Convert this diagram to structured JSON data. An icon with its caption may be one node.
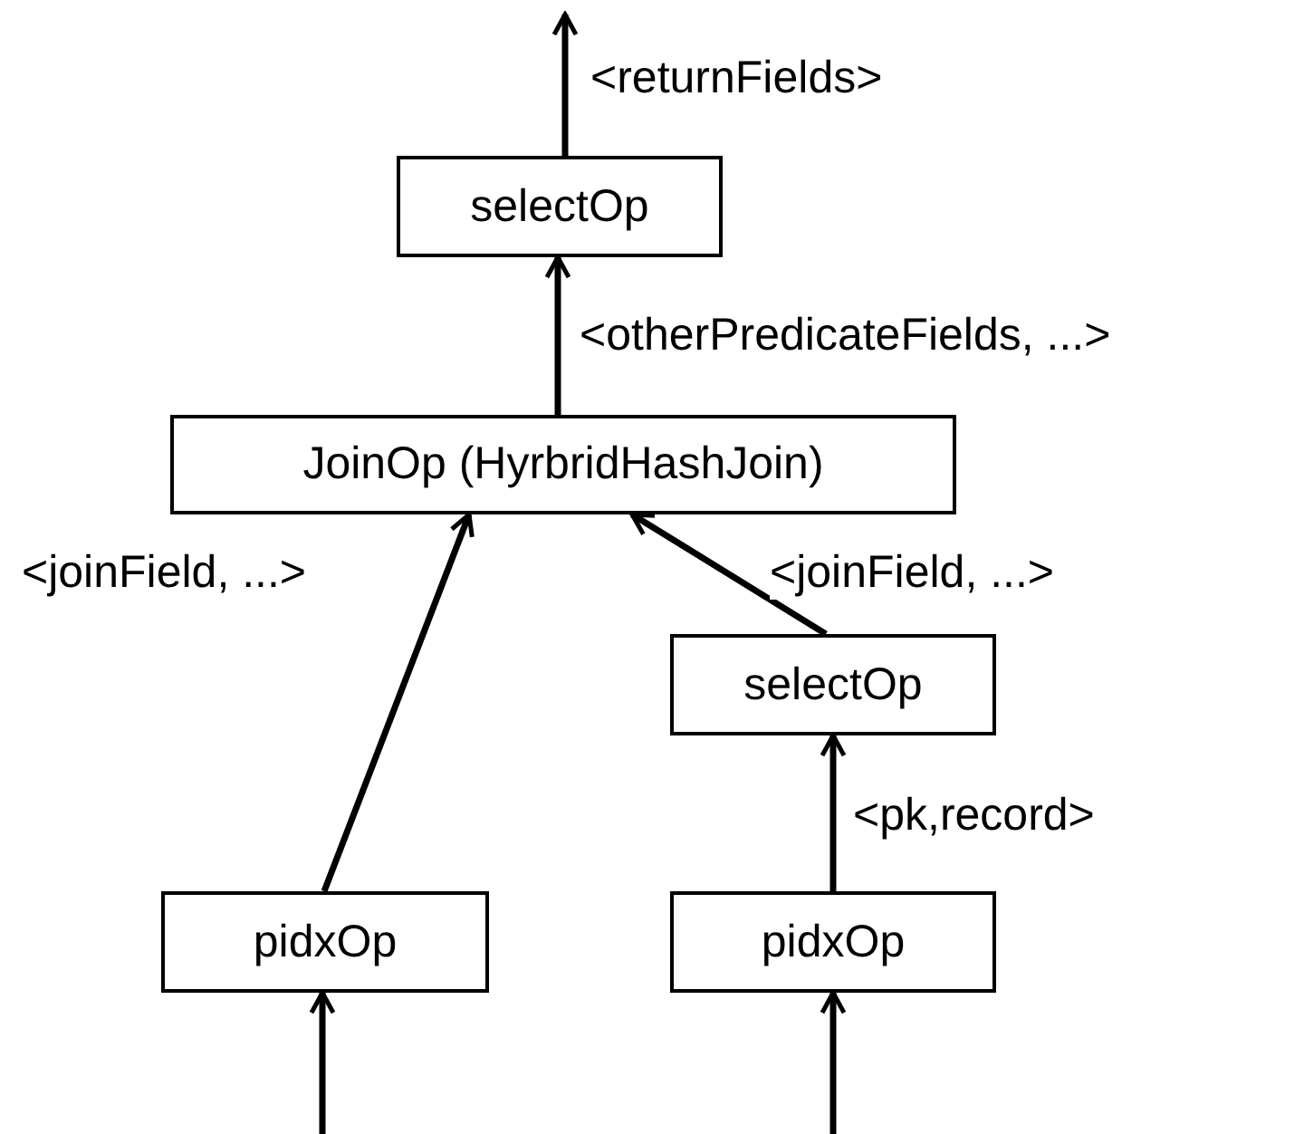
{
  "diagram": {
    "nodes": [
      {
        "text": [
          "selectOp"
        ]
      },
      {
        "text": [
          "JoinOp (HyrbridHashJoin)"
        ]
      },
      {
        "text": [
          "selectOp"
        ]
      },
      {
        "text": [
          "pidxOp"
        ]
      },
      {
        "text": [
          "pidxOp"
        ]
      }
    ],
    "edges": [
      {
        "from": 0,
        "to": null,
        "arrow": "to",
        "label": "<returnFields>"
      },
      {
        "from": 1,
        "to": 0,
        "arrow": "to",
        "label": "<otherPredicateFields, ...>"
      },
      {
        "from": 3,
        "to": 1,
        "arrow": "to",
        "label": "<joinField, ...>"
      },
      {
        "from": 2,
        "to": 1,
        "arrow": "to",
        "label": "<joinField, ...>"
      },
      {
        "from": 4,
        "to": 2,
        "arrow": "to",
        "label": "<pk,record>"
      },
      {
        "from": null,
        "to": 3,
        "arrow": "to"
      },
      {
        "from": null,
        "to": 4,
        "arrow": "to"
      }
    ]
  }
}
